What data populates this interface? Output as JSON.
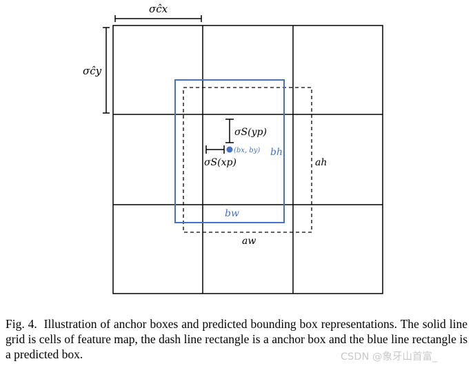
{
  "figure": {
    "labels": {
      "cell_width": "σĉx",
      "cell_height": "σĉy",
      "offset_y": "σS(yp)",
      "offset_x": "σS(xp)",
      "center": "(bx, by)",
      "pred_height": "bh",
      "pred_width": "bw",
      "anchor_height": "ah",
      "anchor_width": "aw"
    },
    "colors": {
      "grid": "#000000",
      "anchor_box": "#000000",
      "predicted_box": "#4472c4",
      "center_point": "#4472c4"
    }
  },
  "caption": {
    "label": "Fig. 4.",
    "text": "Illustration of anchor boxes and predicted bounding box representations. The solid line grid is cells of feature map, the dash line rectangle is a anchor box and the blue line rectangle is a predicted box."
  },
  "watermark": "CSDN @象牙山首富_"
}
